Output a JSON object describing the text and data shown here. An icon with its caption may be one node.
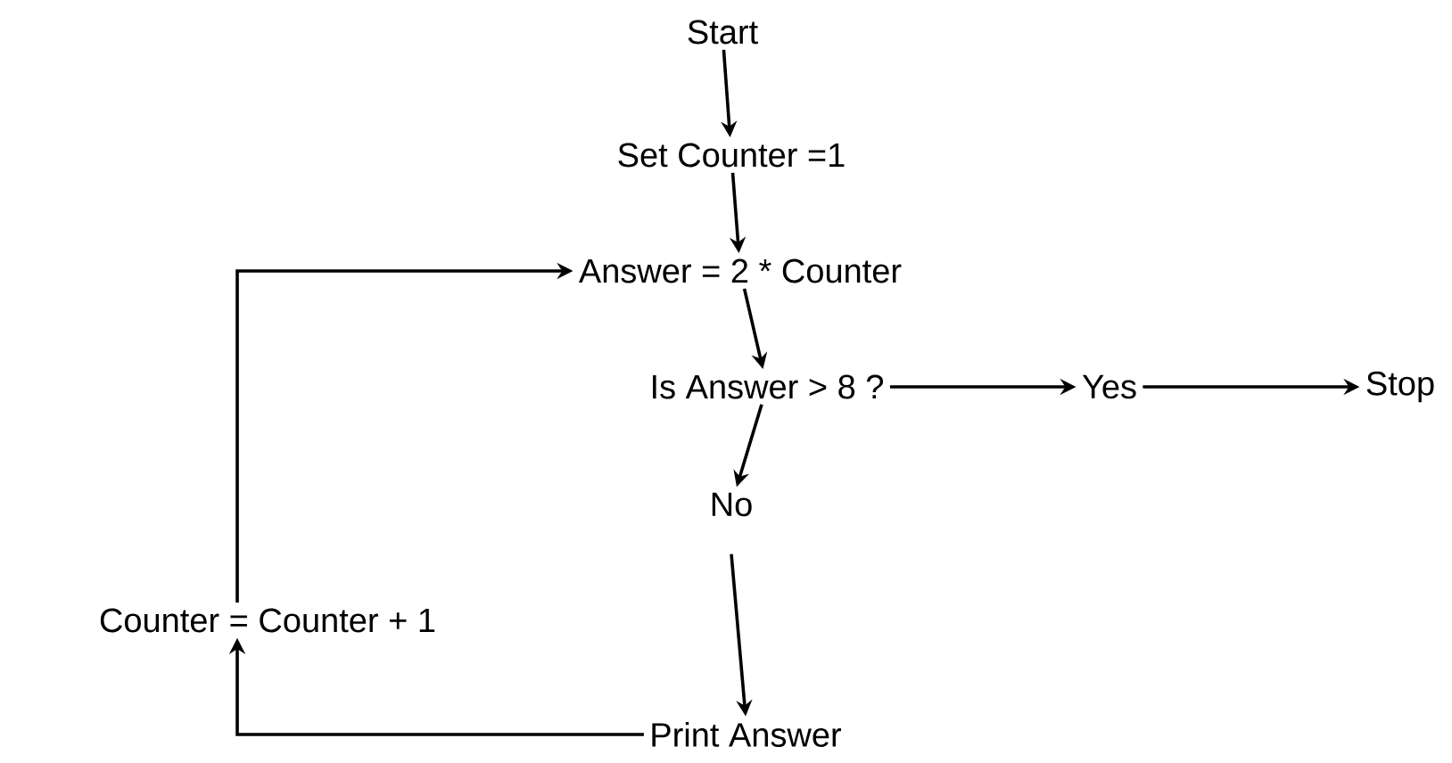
{
  "diagram": {
    "nodes": [
      {
        "text": [
          "Start"
        ]
      },
      {
        "text": [
          "Set Counter =1"
        ]
      },
      {
        "text": [
          "Answer = 2 * Counter"
        ]
      },
      {
        "text": [
          "Is Answer > 8 ?"
        ]
      },
      {
        "text": [
          "Yes"
        ]
      },
      {
        "text": [
          "Stop"
        ]
      },
      {
        "text": [
          "No"
        ]
      },
      {
        "text": [
          "Print Answer"
        ]
      },
      {
        "text": [
          "Counter = Counter + 1"
        ]
      }
    ],
    "edges": [
      {
        "from": 0,
        "to": 1,
        "arrow": "to"
      },
      {
        "from": 1,
        "to": 2,
        "arrow": "to"
      },
      {
        "from": 2,
        "to": 3,
        "arrow": "to"
      },
      {
        "from": 3,
        "to": 4,
        "arrow": "to"
      },
      {
        "from": 4,
        "to": 5,
        "arrow": "to"
      },
      {
        "from": 3,
        "to": 6,
        "arrow": "to"
      },
      {
        "from": 6,
        "to": 7,
        "arrow": "to"
      },
      {
        "from": 7,
        "to": 8,
        "arrow": "to"
      },
      {
        "from": 8,
        "to": 2,
        "arrow": "to"
      }
    ]
  }
}
